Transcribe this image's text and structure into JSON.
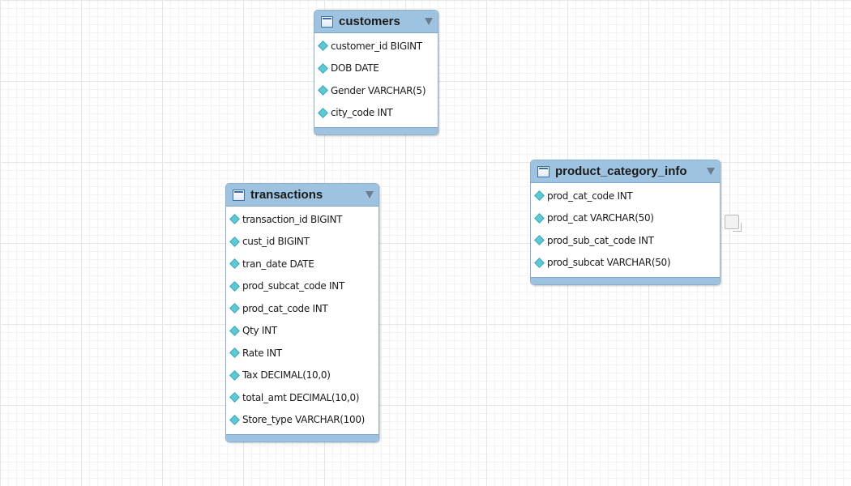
{
  "tables": {
    "customers": {
      "title": "customers",
      "columns": [
        "customer_id BIGINT",
        "DOB DATE",
        "Gender VARCHAR(5)",
        "city_code INT"
      ]
    },
    "transactions": {
      "title": "transactions",
      "columns": [
        "transaction_id BIGINT",
        "cust_id BIGINT",
        "tran_date DATE",
        "prod_subcat_code INT",
        "prod_cat_code INT",
        "Qty INT",
        "Rate INT",
        "Tax DECIMAL(10,0)",
        "total_amt DECIMAL(10,0)",
        "Store_type VARCHAR(100)"
      ]
    },
    "product_category_info": {
      "title": "product_category_info",
      "columns": [
        "prod_cat_code INT",
        "prod_cat VARCHAR(50)",
        "prod_sub_cat_code INT",
        "prod_subcat VARCHAR(50)"
      ]
    }
  },
  "icons": {
    "table": "table-icon",
    "column": "column-diamond-icon",
    "collapse": "collapse-triangle-icon",
    "note": "note-icon"
  },
  "colors": {
    "header": "#9ec3e0",
    "column_diamond": "#5cc9d6",
    "grid": "#e6e6e6"
  }
}
